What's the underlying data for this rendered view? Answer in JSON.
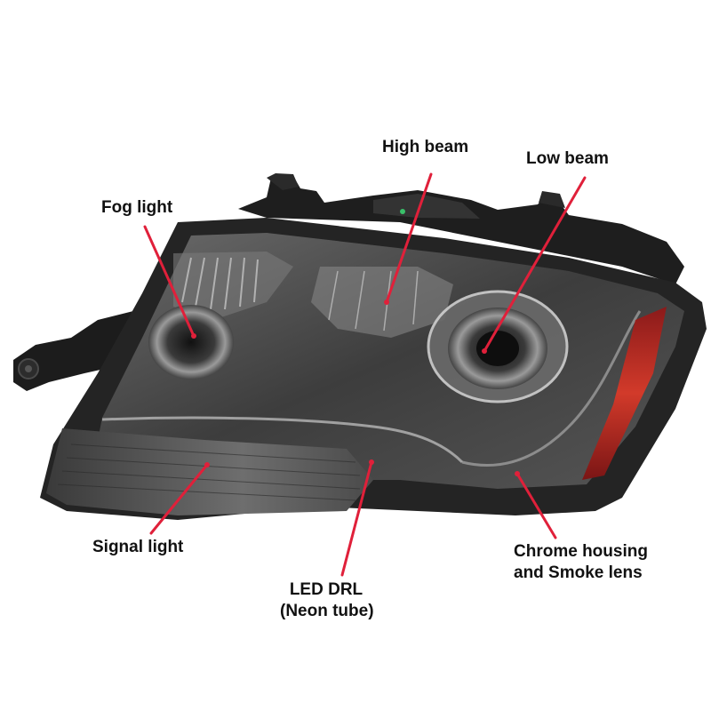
{
  "callouts": {
    "high_beam": "High beam",
    "low_beam": "Low beam",
    "fog_light": "Fog light",
    "signal_light": "Signal light",
    "led_drl_line1": "LED DRL",
    "led_drl_line2": "(Neon tube)",
    "chrome_line1": "Chrome housing",
    "chrome_line2": "and Smoke lens"
  },
  "colors": {
    "leader_line": "#e0203a",
    "housing": "#2b2b2b",
    "lens_smoke": "#5a5a5a",
    "reflector": "#c8282a"
  }
}
